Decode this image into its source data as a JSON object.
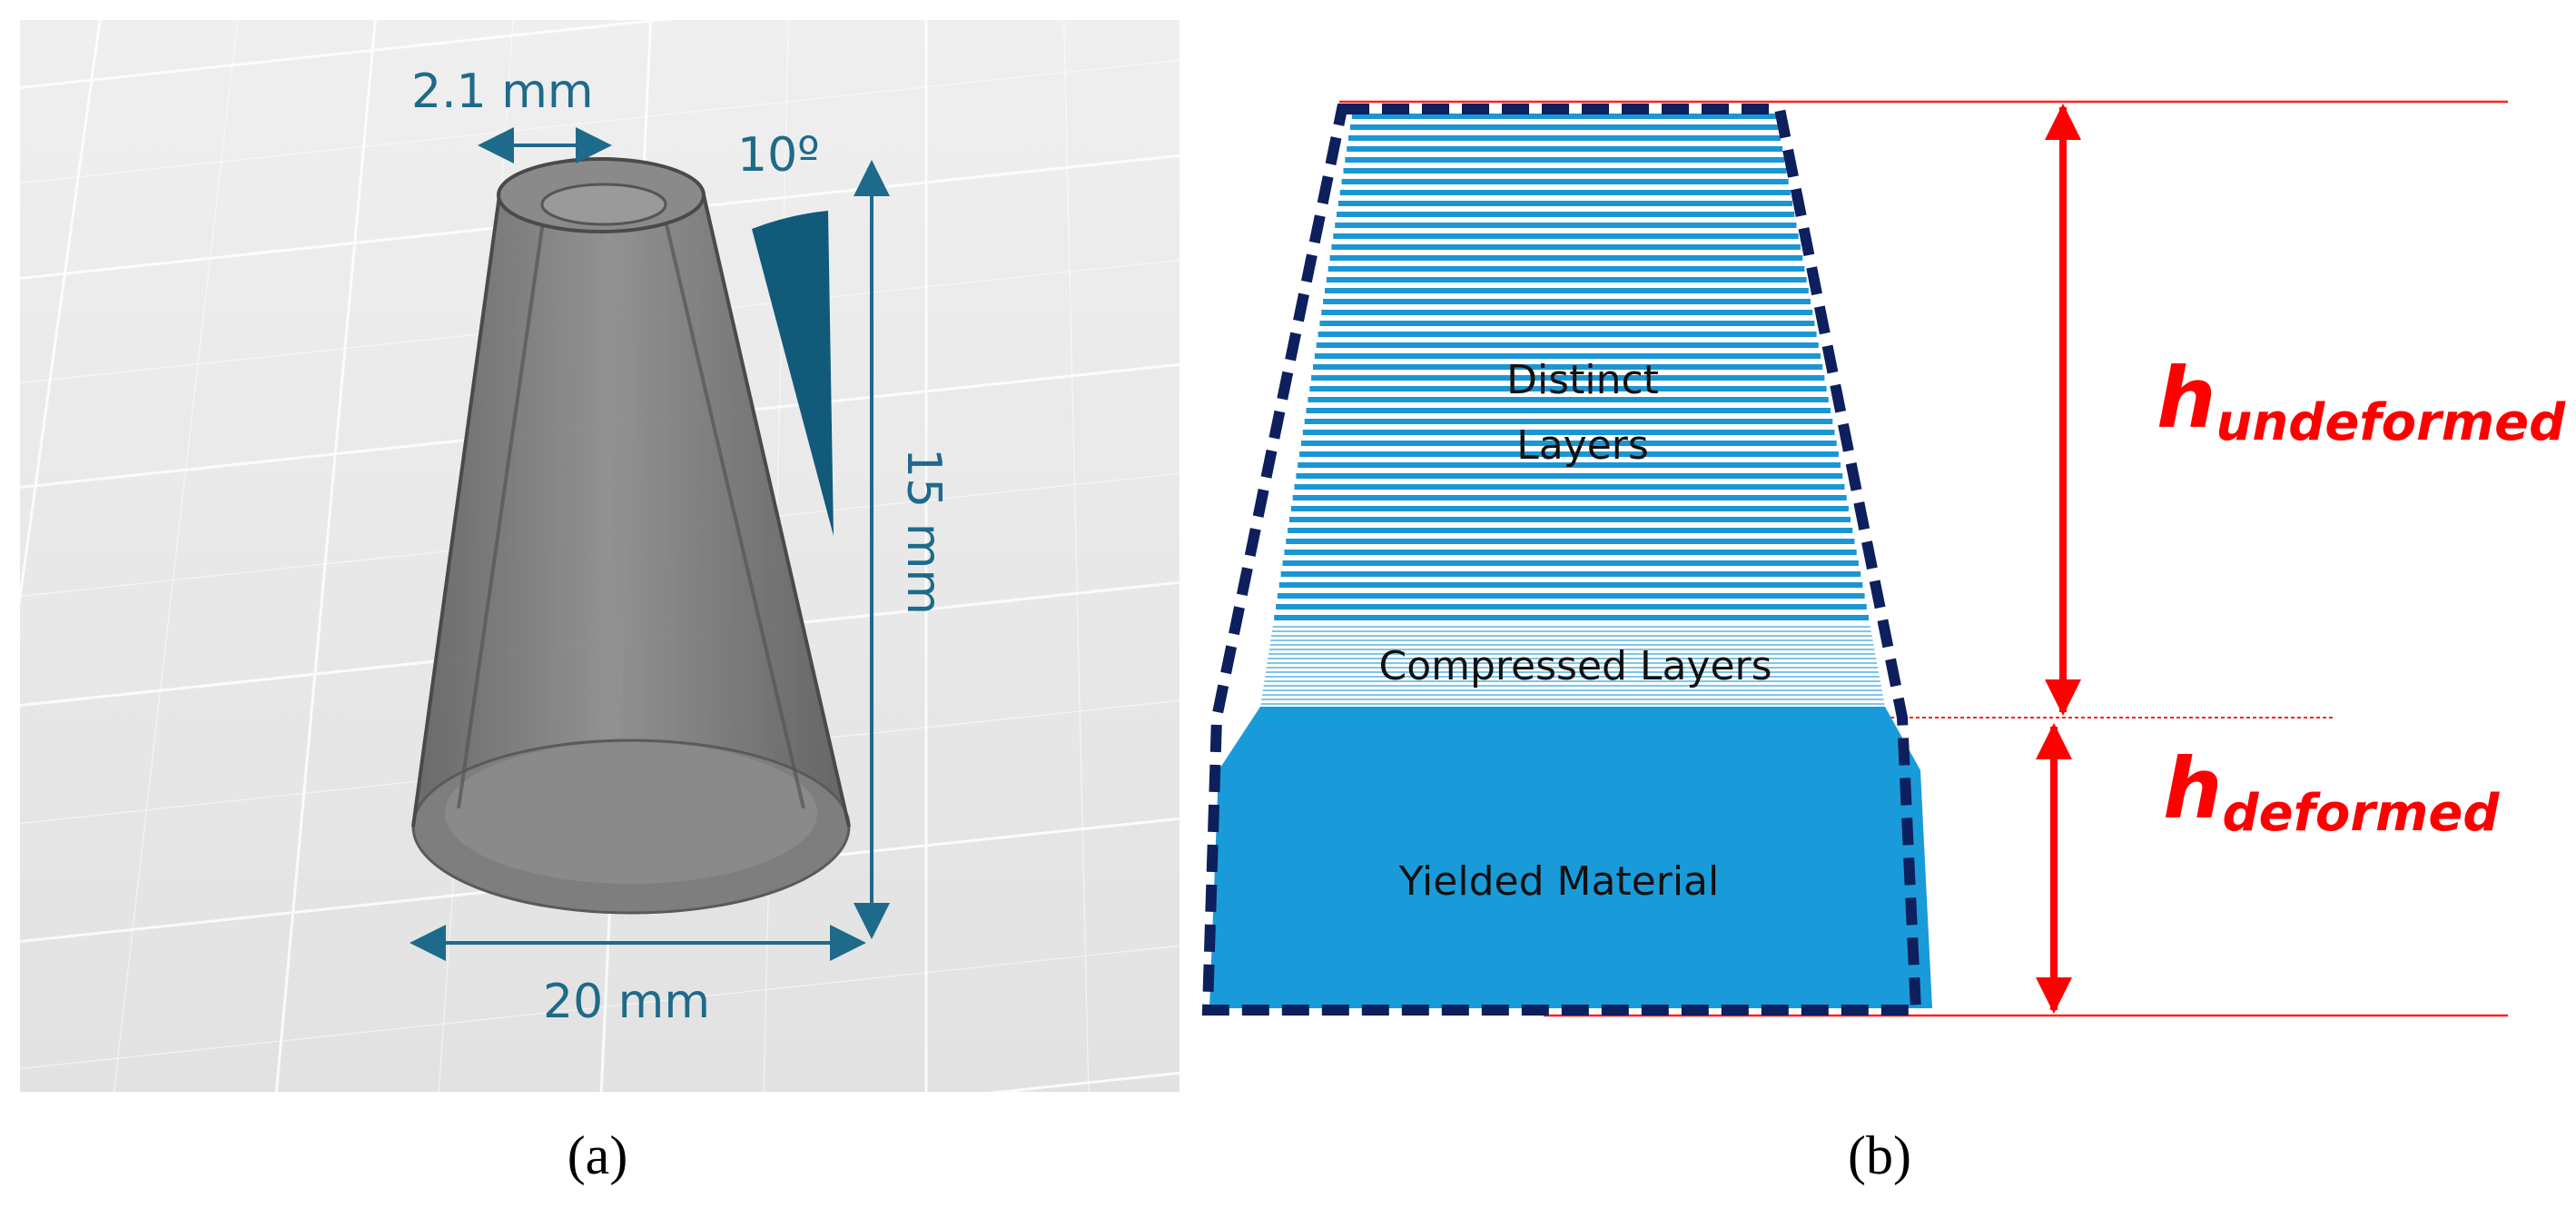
{
  "panel_a": {
    "top_width": "2.1 mm",
    "angle": "10º",
    "height": "15 mm",
    "base_width": "20 mm",
    "caption": "(a)",
    "colors": {
      "dimension": "#1e6a8a",
      "wedge": "#125a7a",
      "cone": "#6f6f6f",
      "grid_bg": "#e8e8e8"
    }
  },
  "panel_b": {
    "distinct_line1": "Distinct",
    "distinct_line2": "Layers",
    "compressed": "Compressed Layers",
    "yielded": "Yielded Material",
    "h_undeformed_main": "h",
    "h_undeformed_sub": "undeformed",
    "h_deformed_main": "h",
    "h_deformed_sub": "deformed",
    "caption": "(b)",
    "colors": {
      "layers": "#1a96d4",
      "yielded": "#1a9bd9",
      "outline": "#0d1f5c",
      "arrows": "#ff0000"
    }
  }
}
